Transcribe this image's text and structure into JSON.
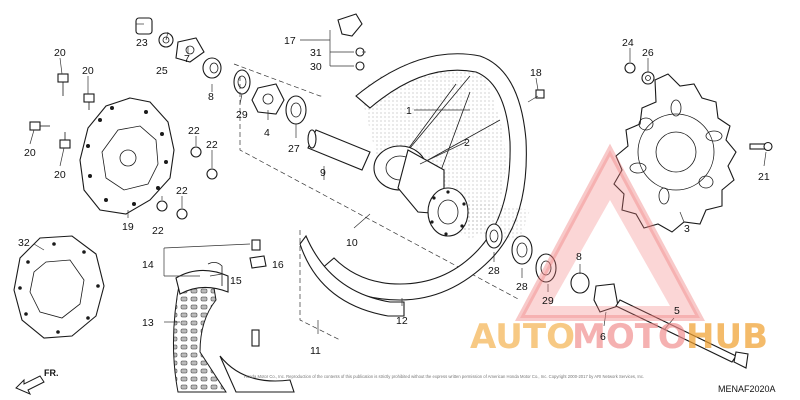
{
  "diagram_code": "MENAF2020A",
  "front_indicator": "FR.",
  "copyright": "Honda Motor Co., Inc. Reproduction of the contents of this publication is strictly prohibited without the express written permission of American Honda Motor Co., Inc. Copyright 2000-2017 by ARI Network Services, Inc.",
  "watermark": {
    "word_left": "AUTO",
    "word_mid": "MOTO",
    "word_right": "HUB",
    "color_left": "#f5b04a",
    "color_mid": "#f08c8c",
    "color_right": "#f0a030"
  },
  "colors": {
    "line": "#1a1a1a",
    "watermark_triangle": "#f07a7a"
  },
  "callouts": {
    "c1": "1",
    "c2": "2",
    "c3": "3",
    "c4": "4",
    "c5": "5",
    "c6": "6",
    "c7": "7",
    "c8a": "8",
    "c8b": "8",
    "c9": "9",
    "c10": "10",
    "c11": "11",
    "c12": "12",
    "c13": "13",
    "c14": "14",
    "c15": "15",
    "c16": "16",
    "c17": "17",
    "c18": "18",
    "c19": "19",
    "c20a": "20",
    "c20b": "20",
    "c20c": "20",
    "c20d": "20",
    "c21": "21",
    "c22a": "22",
    "c22b": "22",
    "c22c": "22",
    "c22d": "22",
    "c23": "23",
    "c24": "24",
    "c25": "25",
    "c26": "26",
    "c27": "27",
    "c28a": "28",
    "c28b": "28",
    "c29a": "29",
    "c29b": "29",
    "c30": "30",
    "c31": "31",
    "c32": "32"
  }
}
